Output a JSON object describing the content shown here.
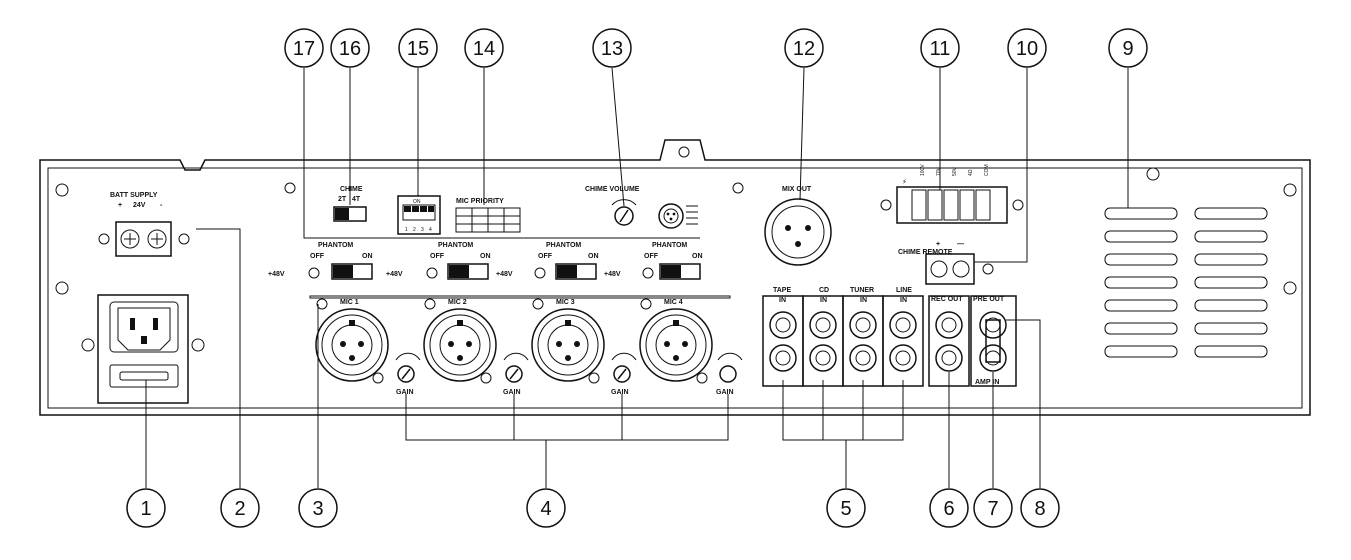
{
  "callouts": [
    "1",
    "2",
    "3",
    "4",
    "5",
    "6",
    "7",
    "8",
    "9",
    "10",
    "11",
    "12",
    "13",
    "14",
    "15",
    "16",
    "17"
  ],
  "labels": {
    "batt_supply": "BATT SUPPLY",
    "batt_pos": "+",
    "batt_voltage": "24V",
    "batt_neg": "-",
    "chime": "CHIME",
    "chime_2t": "2T",
    "chime_4t": "4T",
    "on": "ON",
    "off": "OFF",
    "mic_priority": "MIC PRIORITY",
    "chime_volume": "CHIME VOLUME",
    "mix_out": "MIX OUT",
    "phantom": "PHANTOM",
    "plus48v": "+48V",
    "gain": "GAIN",
    "mic1": "MIC 1",
    "mic2": "MIC 2",
    "mic3": "MIC 3",
    "mic4": "MIC 4",
    "tape_in_1": "TAPE",
    "tape_in_2": "IN",
    "cd_in_1": "CD",
    "cd_in_2": "IN",
    "tuner_in_1": "TUNER",
    "tuner_in_2": "IN",
    "line_in_1": "LINE",
    "line_in_2": "IN",
    "rec_out": "REC OUT",
    "pre_out": "PRE OUT",
    "amp_in": "AMP IN",
    "chime_remote": "CHIME REMOTE",
    "remote_plus": "+",
    "remote_minus": "—",
    "spk_100v": "100V",
    "spk_70v": "70V",
    "spk_50v": "50V",
    "spk_4ohm": "4Ω",
    "spk_com": "COM",
    "bolt": "⚡"
  }
}
